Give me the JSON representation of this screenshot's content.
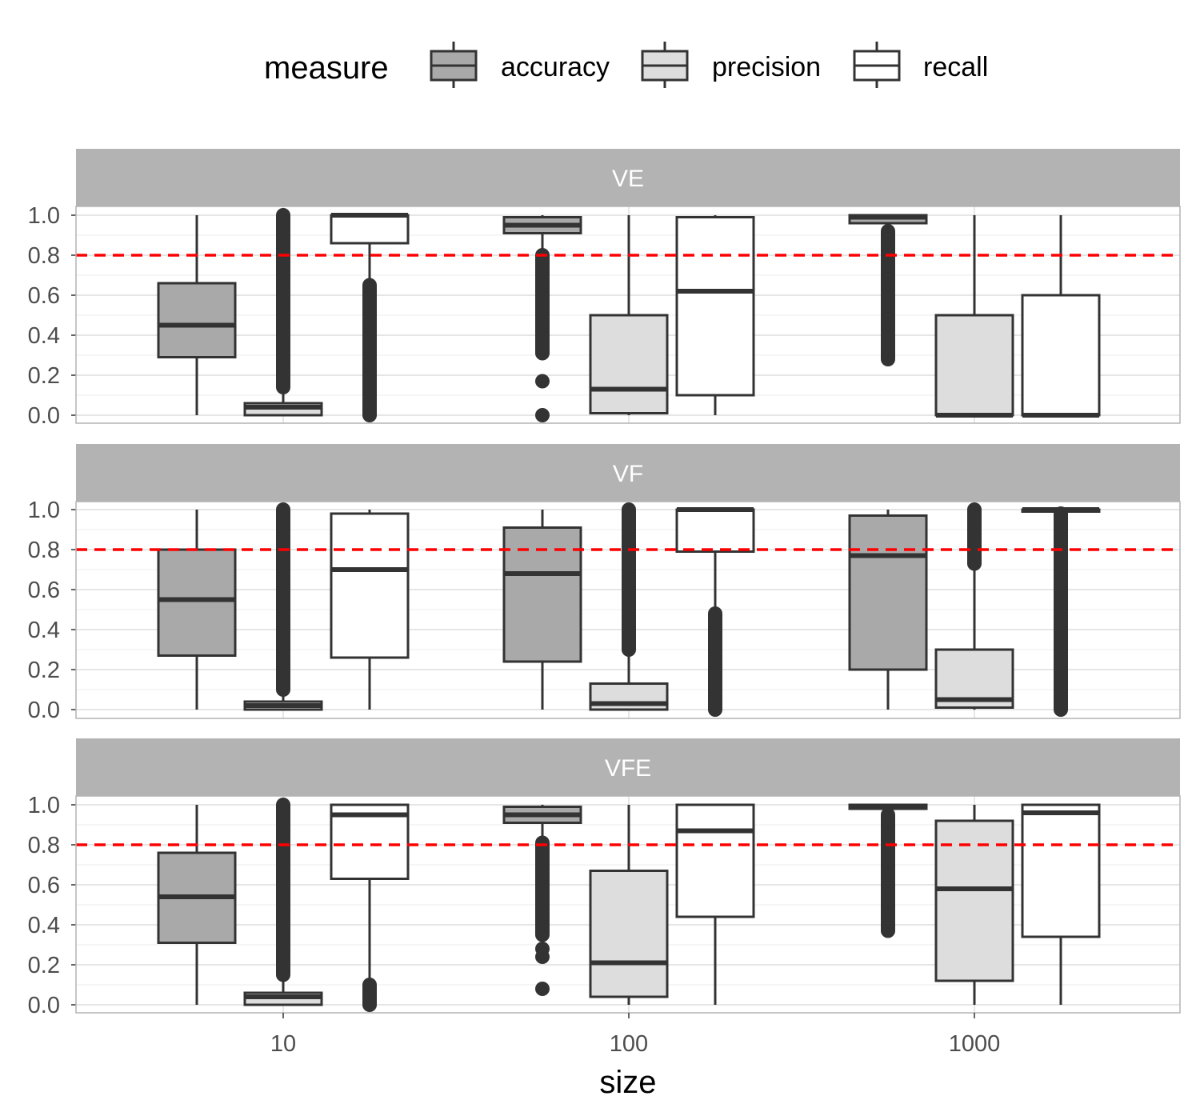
{
  "chart_data": {
    "type": "boxplot",
    "xlabel": "size",
    "ylabel": "",
    "ylim": [
      0,
      1
    ],
    "y_ticks": [
      "0.0",
      "0.2",
      "0.4",
      "0.6",
      "0.8",
      "1.0"
    ],
    "categories": [
      "10",
      "100",
      "1000"
    ],
    "reference_line": {
      "y": 0.8,
      "color": "#ff0000",
      "style": "dashed"
    },
    "legend": {
      "title": "measure",
      "position": "top",
      "entries": [
        {
          "name": "accuracy",
          "fill": "#a9a9a9"
        },
        {
          "name": "precision",
          "fill": "#dddddd"
        },
        {
          "name": "recall",
          "fill": "#ffffff"
        }
      ]
    },
    "grid": true,
    "panels": [
      {
        "title": "VE",
        "boxes": [
          {
            "size": "10",
            "measure": "accuracy",
            "min": 0.0,
            "q1": 0.29,
            "median": 0.45,
            "q3": 0.66,
            "max": 1.0,
            "outliers": []
          },
          {
            "size": "10",
            "measure": "precision",
            "min": 0.0,
            "q1": 0.0,
            "median": 0.04,
            "q3": 0.06,
            "max": 0.13,
            "outliers_range": [
              0.14,
              1.0
            ]
          },
          {
            "size": "10",
            "measure": "recall",
            "min": 0.67,
            "q1": 0.86,
            "median": 1.0,
            "q3": 1.0,
            "max": 1.0,
            "outliers_range": [
              0.0,
              0.65
            ]
          },
          {
            "size": "100",
            "measure": "accuracy",
            "min": 0.82,
            "q1": 0.91,
            "median": 0.95,
            "q3": 0.99,
            "max": 1.0,
            "outliers_range": [
              0.31,
              0.8
            ],
            "outliers": [
              0.17,
              0.0
            ]
          },
          {
            "size": "100",
            "measure": "precision",
            "min": 0.0,
            "q1": 0.01,
            "median": 0.13,
            "q3": 0.5,
            "max": 1.0,
            "outliers": []
          },
          {
            "size": "100",
            "measure": "recall",
            "min": 0.0,
            "q1": 0.1,
            "median": 0.62,
            "q3": 0.99,
            "max": 1.0,
            "outliers": []
          },
          {
            "size": "1000",
            "measure": "accuracy",
            "min": 0.93,
            "q1": 0.96,
            "median": 0.99,
            "q3": 1.0,
            "max": 1.0,
            "outliers_range": [
              0.28,
              0.92
            ]
          },
          {
            "size": "1000",
            "measure": "precision",
            "min": 0.0,
            "q1": 0.0,
            "median": 0.0,
            "q3": 0.5,
            "max": 1.0,
            "outliers": []
          },
          {
            "size": "1000",
            "measure": "recall",
            "min": 0.0,
            "q1": 0.0,
            "median": 0.0,
            "q3": 0.6,
            "max": 1.0,
            "outliers": []
          }
        ]
      },
      {
        "title": "VF",
        "boxes": [
          {
            "size": "10",
            "measure": "accuracy",
            "min": 0.0,
            "q1": 0.27,
            "median": 0.55,
            "q3": 0.8,
            "max": 1.0,
            "outliers": []
          },
          {
            "size": "10",
            "measure": "precision",
            "min": 0.0,
            "q1": 0.0,
            "median": 0.02,
            "q3": 0.04,
            "max": 0.09,
            "outliers_range": [
              0.1,
              1.0
            ]
          },
          {
            "size": "10",
            "measure": "recall",
            "min": 0.0,
            "q1": 0.26,
            "median": 0.7,
            "q3": 0.98,
            "max": 1.0,
            "outliers": []
          },
          {
            "size": "100",
            "measure": "accuracy",
            "min": 0.0,
            "q1": 0.24,
            "median": 0.68,
            "q3": 0.91,
            "max": 1.0,
            "outliers": []
          },
          {
            "size": "100",
            "measure": "precision",
            "min": 0.0,
            "q1": 0.0,
            "median": 0.03,
            "q3": 0.13,
            "max": 0.29,
            "outliers_range": [
              0.3,
              1.0
            ]
          },
          {
            "size": "100",
            "measure": "recall",
            "min": 0.5,
            "q1": 0.79,
            "median": 1.0,
            "q3": 1.0,
            "max": 1.0,
            "outliers_range": [
              0.0,
              0.48
            ]
          },
          {
            "size": "1000",
            "measure": "accuracy",
            "min": 0.0,
            "q1": 0.2,
            "median": 0.77,
            "q3": 0.97,
            "max": 1.0,
            "outliers": []
          },
          {
            "size": "1000",
            "measure": "precision",
            "min": 0.0,
            "q1": 0.01,
            "median": 0.05,
            "q3": 0.3,
            "max": 0.72,
            "outliers_range": [
              0.73,
              1.0
            ]
          },
          {
            "size": "1000",
            "measure": "recall",
            "min": 0.99,
            "q1": 0.99,
            "median": 1.0,
            "q3": 1.0,
            "max": 1.0,
            "outliers_range": [
              0.0,
              0.98
            ]
          }
        ]
      },
      {
        "title": "VFE",
        "boxes": [
          {
            "size": "10",
            "measure": "accuracy",
            "min": 0.0,
            "q1": 0.31,
            "median": 0.54,
            "q3": 0.76,
            "max": 1.0,
            "outliers": []
          },
          {
            "size": "10",
            "measure": "precision",
            "min": 0.0,
            "q1": 0.0,
            "median": 0.04,
            "q3": 0.06,
            "max": 0.14,
            "outliers_range": [
              0.15,
              1.0
            ]
          },
          {
            "size": "10",
            "measure": "recall",
            "min": 0.12,
            "q1": 0.63,
            "median": 0.95,
            "q3": 1.0,
            "max": 1.0,
            "outliers_range": [
              0.0,
              0.1
            ]
          },
          {
            "size": "100",
            "measure": "accuracy",
            "min": 0.82,
            "q1": 0.91,
            "median": 0.95,
            "q3": 0.99,
            "max": 1.0,
            "outliers_range": [
              0.35,
              0.81
            ],
            "outliers": [
              0.28,
              0.24,
              0.08
            ]
          },
          {
            "size": "100",
            "measure": "precision",
            "min": 0.0,
            "q1": 0.04,
            "median": 0.21,
            "q3": 0.67,
            "max": 1.0,
            "outliers": []
          },
          {
            "size": "100",
            "measure": "recall",
            "min": 0.0,
            "q1": 0.44,
            "median": 0.87,
            "q3": 1.0,
            "max": 1.0,
            "outliers": []
          },
          {
            "size": "1000",
            "measure": "accuracy",
            "min": 0.96,
            "q1": 0.98,
            "median": 0.99,
            "q3": 1.0,
            "max": 1.0,
            "outliers_range": [
              0.37,
              0.95
            ]
          },
          {
            "size": "1000",
            "measure": "precision",
            "min": 0.0,
            "q1": 0.12,
            "median": 0.58,
            "q3": 0.92,
            "max": 1.0,
            "outliers": []
          },
          {
            "size": "1000",
            "measure": "recall",
            "min": 0.0,
            "q1": 0.34,
            "median": 0.96,
            "q3": 1.0,
            "max": 1.0,
            "outliers": []
          }
        ]
      }
    ]
  }
}
